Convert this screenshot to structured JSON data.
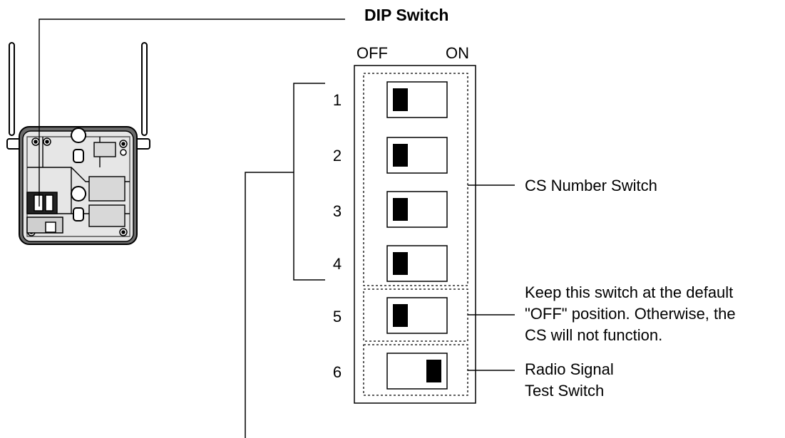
{
  "title": "DIP Switch",
  "header": {
    "off_label": "OFF",
    "on_label": "ON"
  },
  "switches": [
    {
      "number": "1",
      "position": "OFF"
    },
    {
      "number": "2",
      "position": "OFF"
    },
    {
      "number": "3",
      "position": "OFF"
    },
    {
      "number": "4",
      "position": "OFF"
    },
    {
      "number": "5",
      "position": "OFF"
    },
    {
      "number": "6",
      "position": "ON"
    }
  ],
  "callouts": {
    "cs_number": "CS Number Switch",
    "keep_default": "Keep this switch at the default\n\"OFF\" position. Otherwise, the\nCS will not function.",
    "radio_test": "Radio Signal\nTest Switch"
  }
}
